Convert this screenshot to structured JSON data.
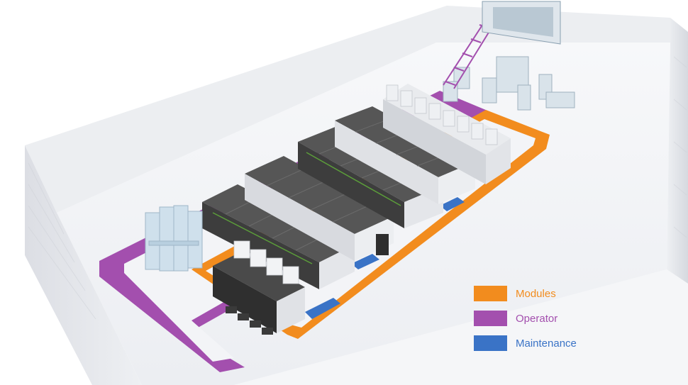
{
  "legend": {
    "items": [
      {
        "label": "Modules",
        "color": "#F28C1E"
      },
      {
        "label": "Operator",
        "color": "#A34FAE"
      },
      {
        "label": "Maintenance",
        "color": "#3A73C6"
      }
    ]
  },
  "colors": {
    "floor": "#F3F4F7",
    "wall": "#E7E9EE",
    "machine_top": "#585858",
    "machine_side": "#E6E8EB",
    "machine_dark": "#3A3A3A",
    "accent_green": "#5C9E3A",
    "ice_blue": "#CFE0EC"
  }
}
